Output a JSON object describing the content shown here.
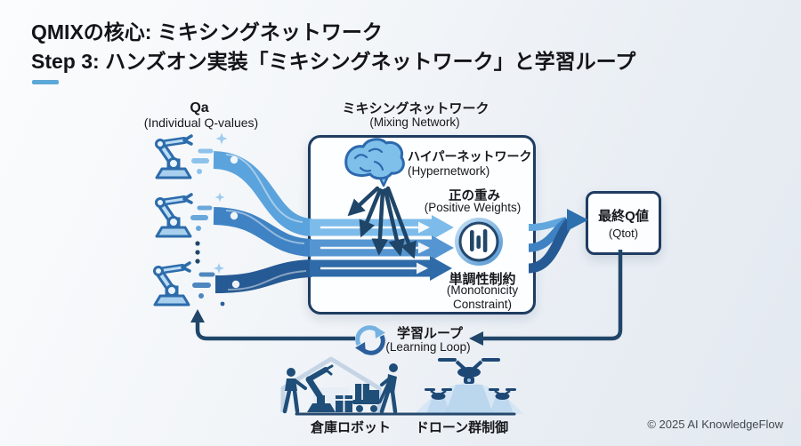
{
  "slide": {
    "title_line1": "QMIXの核心: ミキシングネットワーク",
    "title_line2": "Step 3: ハンズオン実装「ミキシングネットワーク」と学習ループ",
    "copyright": "© 2025 AI KnowledgeFlow",
    "accent_color": "#5da8d8"
  },
  "diagram": {
    "agents": {
      "title": "Qa",
      "subtitle": "(Individual Q-values)",
      "icon": "robot-arm-icon",
      "count": 3
    },
    "mixing_network": {
      "title": "ミキシングネットワーク",
      "subtitle": "(Mixing Network)",
      "hypernetwork": {
        "label": "ハイパーネットワーク",
        "sublabel": "(Hypernetwork)",
        "icon": "brain-icon"
      },
      "positive_weights": {
        "label": "正の重み",
        "sublabel": "(Positive Weights)"
      },
      "monotonicity": {
        "label": "単調性制約",
        "sublabel": "(Monotonicity Constraint)",
        "icon": "monotonic-bars-icon"
      }
    },
    "output": {
      "label": "最終Q値",
      "sublabel": "(Qtot)"
    },
    "learning_loop": {
      "label": "学習ループ",
      "sublabel": "(Learning Loop)",
      "icon": "cycle-icon"
    },
    "applications": [
      {
        "label": "倉庫ロボット",
        "icon": "warehouse-robot-icon"
      },
      {
        "label": "ドローン群制御",
        "icon": "drone-swarm-icon"
      }
    ],
    "colors": {
      "navy": "#1f4568",
      "stream_light": "#6db2e5",
      "stream_mid": "#4a90cf",
      "stream_dark": "#2a5f9b"
    }
  }
}
